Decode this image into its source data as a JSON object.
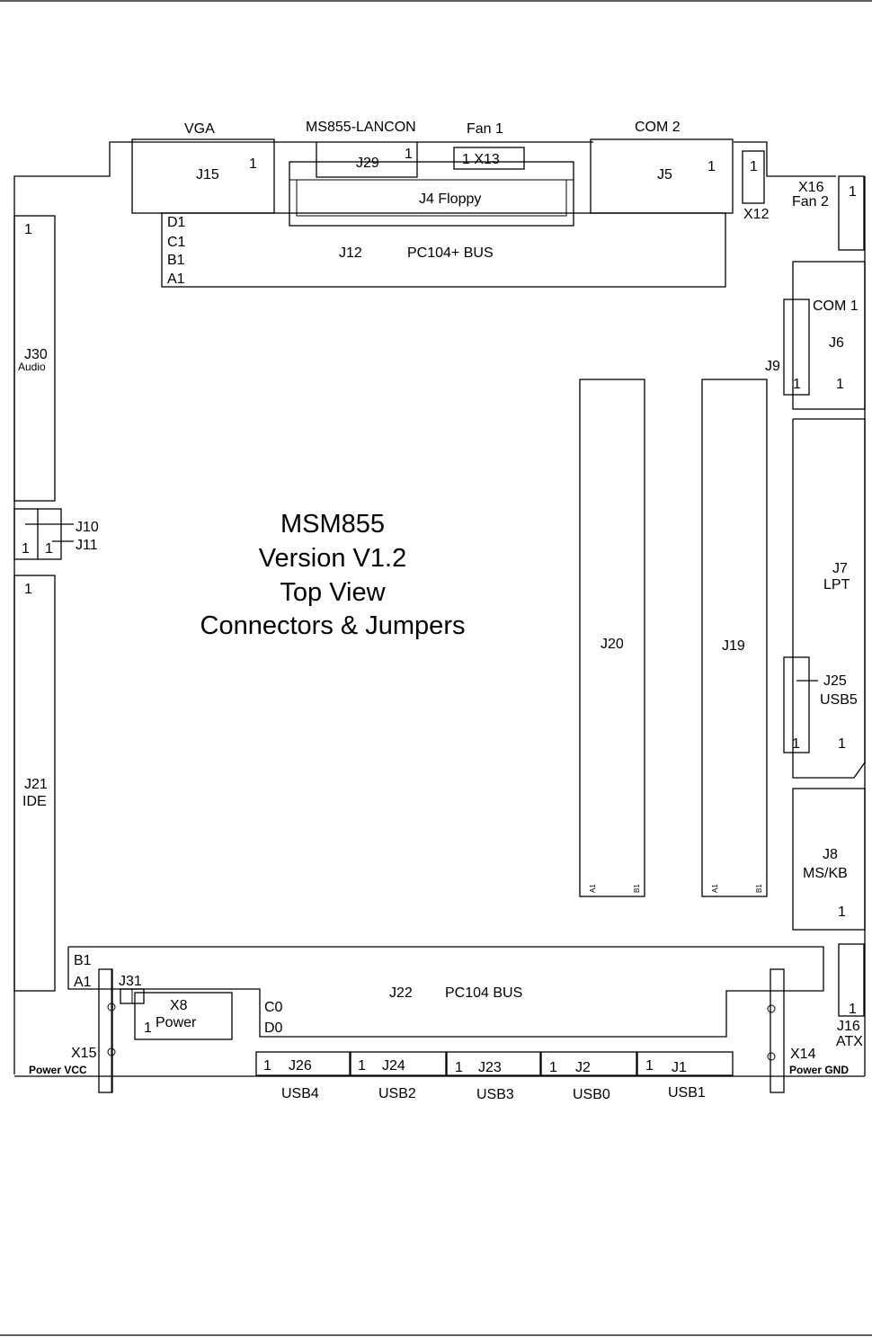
{
  "title": {
    "line1": "MSM855",
    "line2": "Version V1.2",
    "line3": "Top View",
    "line4": "Connectors & Jumpers"
  },
  "top_labels": {
    "vga": "VGA",
    "lancon": "MS855-LANCON",
    "fan1": "Fan 1",
    "com2": "COM 2"
  },
  "connectors": {
    "j15": "J15",
    "j29": "J29",
    "x13": "1  X13",
    "j4": "J4  Floppy",
    "j5": "J5",
    "x12": "X12",
    "x16": "X16",
    "fan2": "Fan 2",
    "j12": "J12",
    "pc104plus": "PC104+ BUS",
    "com1": "COM 1",
    "j6": "J6",
    "j9": "J9",
    "j30": "J30",
    "audio": "Audio",
    "j10": "J10",
    "j11": "J11",
    "j20": "J20",
    "j19": "J19",
    "j7": "J7",
    "lpt": "LPT",
    "j25": "J25",
    "usb5": "USB5",
    "j21": "J21",
    "ide": "IDE",
    "j8": "J8",
    "mskb": "MS/KB",
    "j31": "J31",
    "x8": "X8",
    "power": "Power",
    "j22": "J22",
    "pc104": "PC104 BUS",
    "x15": "X15",
    "power_vcc": "Power VCC",
    "x14": "X14",
    "power_gnd": "Power GND",
    "j16": "J16",
    "atx": "ATX"
  },
  "bus_rows": {
    "d1": "D1",
    "c1": "C1",
    "b1": "B1",
    "a1": "A1",
    "b1_bottom": "B1",
    "a1_bottom": "A1",
    "c0": "C0",
    "d0": "D0"
  },
  "pins": {
    "a1": "A1",
    "b1": "B1",
    "one": "1"
  },
  "usb_headers": [
    {
      "id": "J26",
      "label": "USB4"
    },
    {
      "id": "J24",
      "label": "USB2"
    },
    {
      "id": "J23",
      "label": "USB3"
    },
    {
      "id": "J2",
      "label": "USB0"
    },
    {
      "id": "J1",
      "label": "USB1"
    }
  ]
}
